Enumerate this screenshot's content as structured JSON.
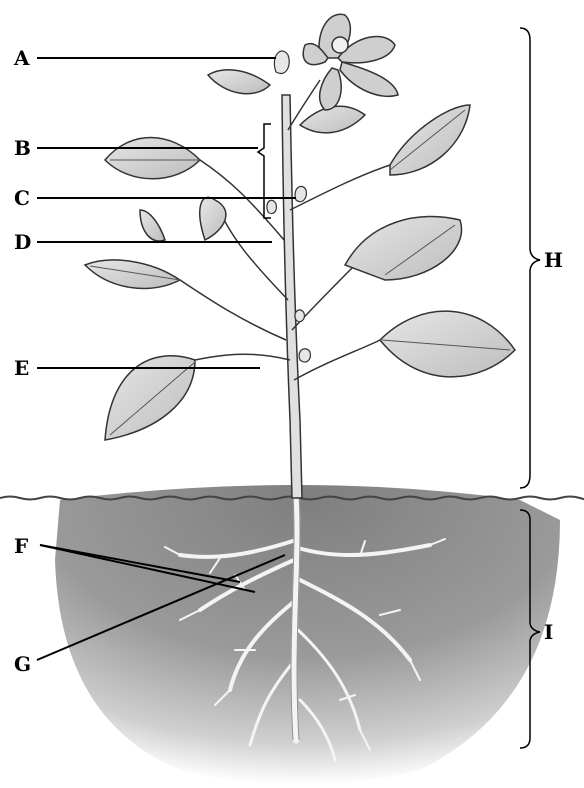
{
  "labels": {
    "a": "A",
    "b": "B",
    "c": "C",
    "d": "D",
    "e": "E",
    "f": "F",
    "g": "G",
    "h": "H",
    "i": "I"
  },
  "colors": {
    "soil": "#8c8c8c",
    "plant_fill": "#d9d9d9",
    "outline": "#333333",
    "leader": "#000000"
  }
}
